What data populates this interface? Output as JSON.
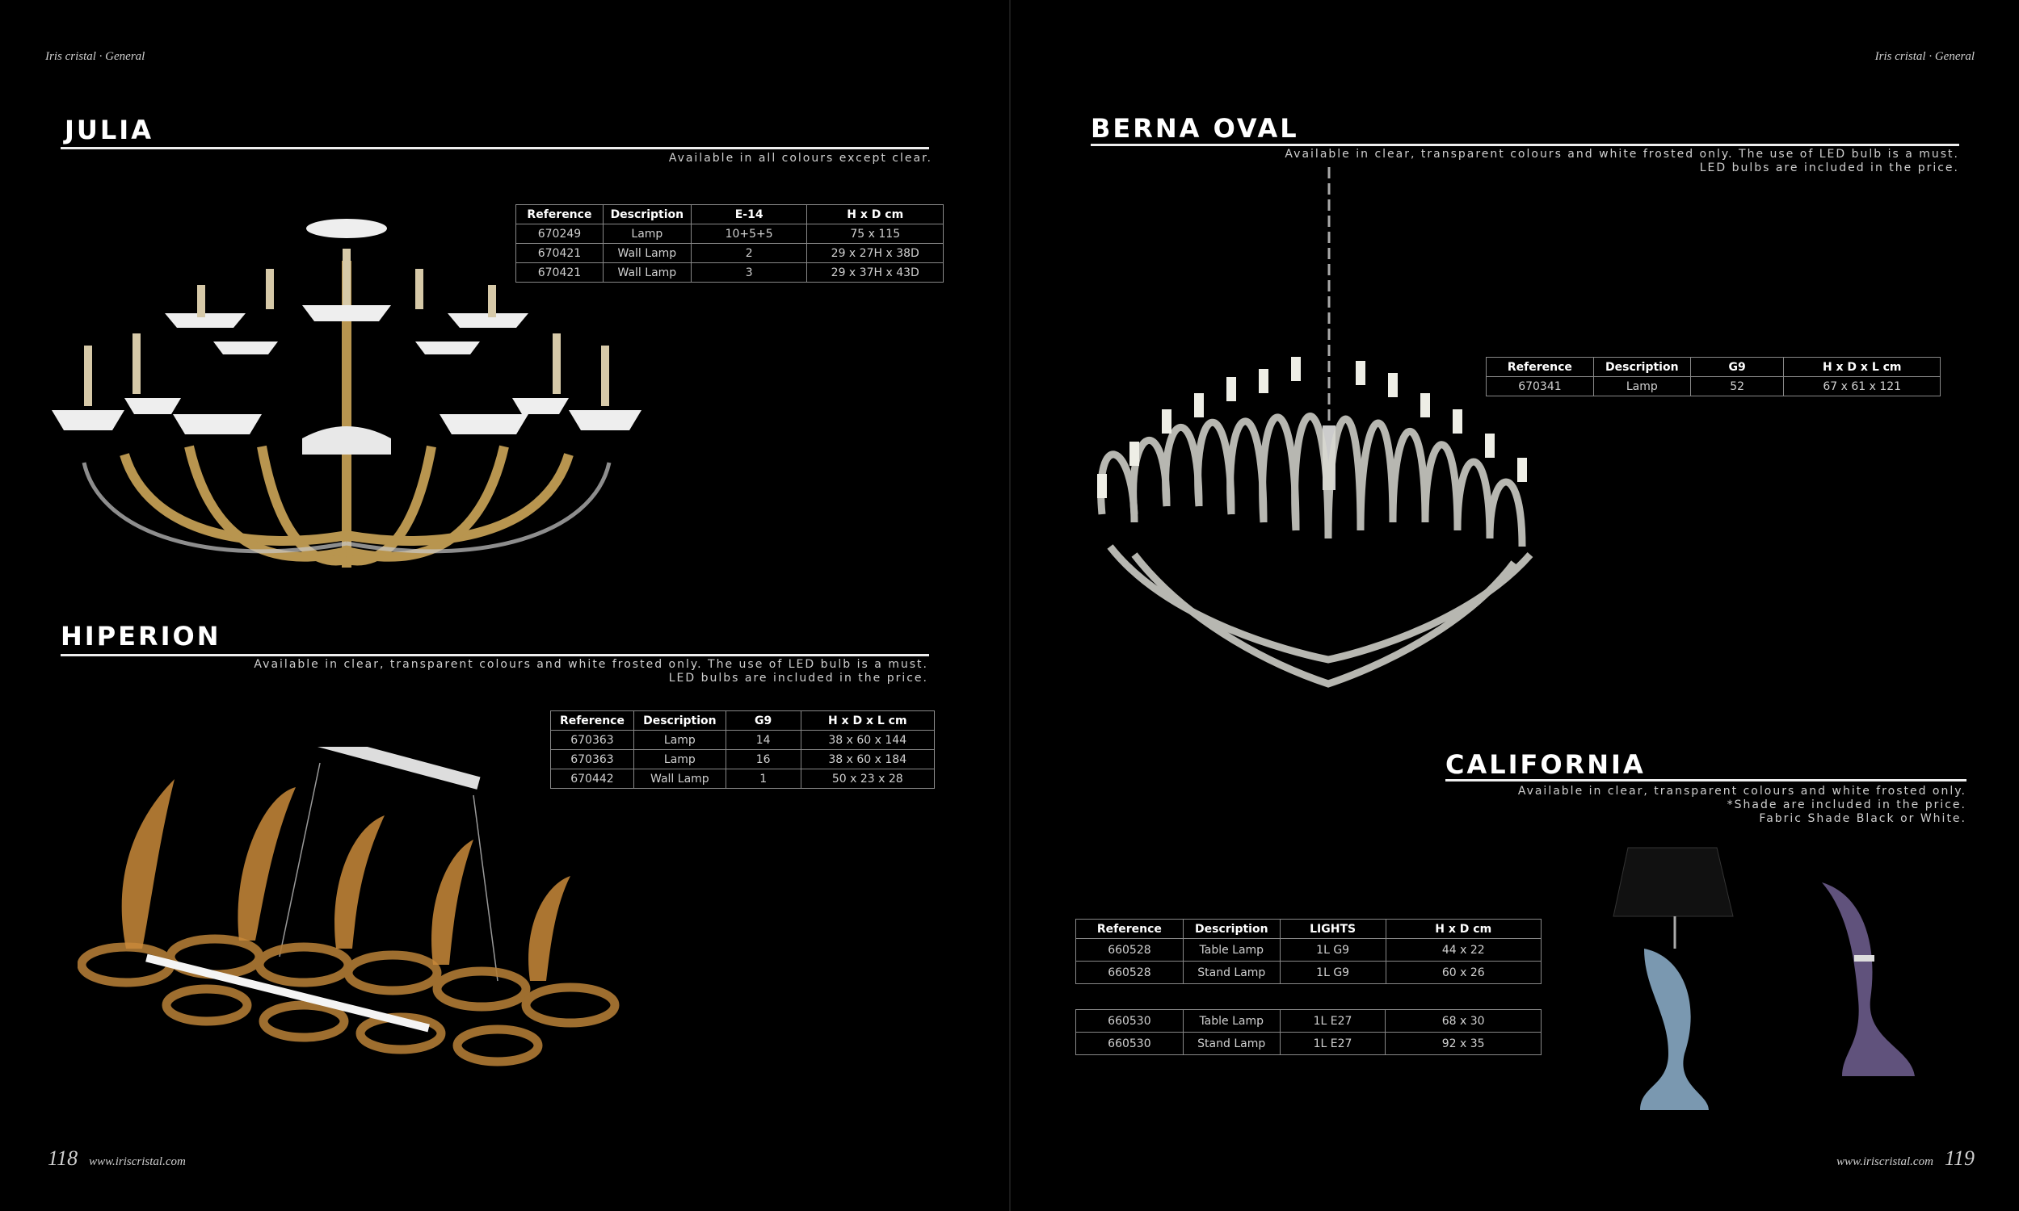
{
  "header": {
    "left": "Iris cristal · General",
    "right": "Iris cristal · General"
  },
  "footer": {
    "left_page": "118",
    "right_page": "119",
    "url_left": "www.iriscristal.com",
    "url_right": "www.iriscristal.com"
  },
  "julia": {
    "title": "JULIA",
    "subtitle": [
      "Available in all colours except clear."
    ],
    "headers": [
      "Reference",
      "Description",
      "E-14",
      "H x D cm"
    ],
    "rows": [
      [
        "670249",
        "Lamp",
        "10+5+5",
        "75 x 115"
      ],
      [
        "670421",
        "Wall Lamp",
        "2",
        "29 x 27H x 38D"
      ],
      [
        "670421",
        "Wall Lamp",
        "3",
        "29 x 37H x 43D"
      ]
    ]
  },
  "hiperion": {
    "title": "HIPERION",
    "subtitle": [
      "Available in clear, transparent colours and white frosted only. The use of LED bulb is a must.",
      "LED bulbs are included in the price."
    ],
    "headers": [
      "Reference",
      "Description",
      "G9",
      "H x D x L cm"
    ],
    "rows": [
      [
        "670363",
        "Lamp",
        "14",
        "38 x 60 x 144"
      ],
      [
        "670363",
        "Lamp",
        "16",
        "38 x 60 x 184"
      ],
      [
        "670442",
        "Wall Lamp",
        "1",
        "50 x 23 x 28"
      ]
    ]
  },
  "berna": {
    "title": "BERNA OVAL",
    "subtitle": [
      "Available in clear, transparent colours and white frosted only. The use of LED bulb is a must.",
      "LED bulbs are included in the price."
    ],
    "headers": [
      "Reference",
      "Description",
      "G9",
      "H x D x L cm"
    ],
    "rows": [
      [
        "670341",
        "Lamp",
        "52",
        "67 x 61 x 121"
      ]
    ]
  },
  "california": {
    "title": "CALIFORNIA",
    "subtitle": [
      "Available in clear, transparent colours and white frosted only.",
      "*Shade are included in the price.",
      "Fabric Shade Black or White."
    ],
    "headers": [
      "Reference",
      "Description",
      "LIGHTS",
      "H x D cm"
    ],
    "rows": [
      [
        "660528",
        "Table Lamp",
        "1L G9",
        "44 x 22"
      ],
      [
        "660528",
        "Stand Lamp",
        "1L G9",
        "60 x 26"
      ]
    ],
    "rows2": [
      [
        "660530",
        "Table Lamp",
        "1L E27",
        "68 x 30"
      ],
      [
        "660530",
        "Stand Lamp",
        "1L E27",
        "92 x 35"
      ]
    ]
  }
}
